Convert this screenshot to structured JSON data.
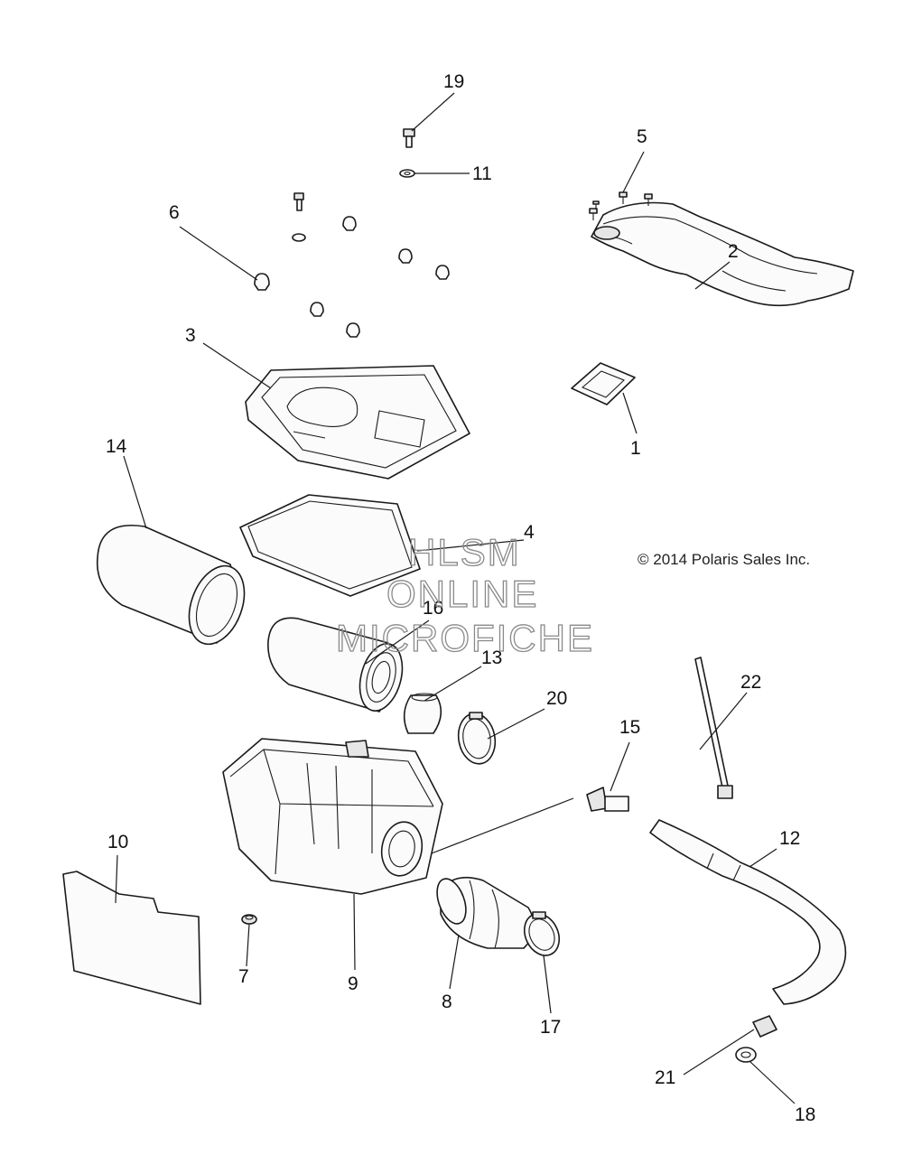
{
  "copyright": "© 2014 Polaris Sales Inc.",
  "watermark": [
    "HLSM",
    "ONLINE",
    "MICROFICHE"
  ],
  "callouts": [
    "1",
    "2",
    "3",
    "4",
    "5",
    "6",
    "7",
    "8",
    "9",
    "10",
    "11",
    "12",
    "13",
    "14",
    "15",
    "16",
    "17",
    "18",
    "19",
    "20",
    "21",
    "22"
  ]
}
